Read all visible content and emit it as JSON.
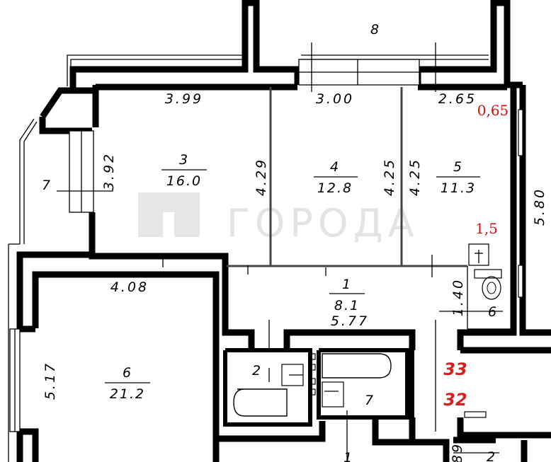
{
  "watermark": {
    "text": "ГОРОДА"
  },
  "rooms": [
    {
      "id": "r3",
      "number": "3",
      "area": "16.0"
    },
    {
      "id": "r4",
      "number": "4",
      "area": "12.8"
    },
    {
      "id": "r5",
      "number": "5",
      "area": "11.3"
    },
    {
      "id": "r1",
      "number": "1",
      "area": "8.1"
    },
    {
      "id": "r6",
      "number": "6",
      "area": "21.2"
    }
  ],
  "labels": {
    "balcony_top": "8",
    "balcony_left": "7",
    "bath_2": "2",
    "bath_7": "7",
    "wc_6": "6",
    "bottom_1": "1",
    "bottom_2": "2"
  },
  "dimensions": {
    "w399": "3.99",
    "w300": "3.00",
    "w265": "2.65",
    "h392": "3.92",
    "h429": "4.29",
    "h425a": "4.25",
    "h425b": "4.25",
    "h580": "5.80",
    "w408": "4.08",
    "w577": "5.77",
    "h140": "1.40",
    "h517": "5.17",
    "h089": "89"
  },
  "annotations": {
    "red_065": "0,65",
    "red_15": "1,5",
    "apt33": "33",
    "apt32": "32"
  }
}
